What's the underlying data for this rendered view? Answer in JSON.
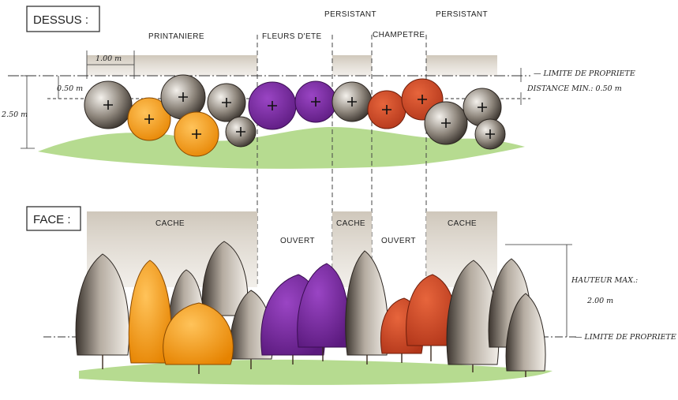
{
  "top_view": {
    "section_label": "DESSUS :",
    "zones": {
      "printaniere": "PRINTANIERE",
      "fleurs_ete": "FLEURS D'ETE",
      "persistant_1": "PERSISTANT",
      "champetre": "CHAMPETRE",
      "persistant_2": "PERSISTANT"
    },
    "dim_width": "1.00 m",
    "dim_offset": "0.50 m",
    "dim_depth": "2.50 m",
    "limite_propriete": "LIMITE DE PROPRIETE",
    "distance_min": "DISTANCE MIN.: 0.50 m"
  },
  "front_view": {
    "section_label": "FACE :",
    "zones": {
      "cache_1": "CACHE",
      "ouvert_1": "OUVERT",
      "cache_2": "CACHE",
      "ouvert_2": "OUVERT",
      "cache_3": "CACHE"
    },
    "hauteur_max_label": "HAUTEUR MAX.:",
    "hauteur_max_value": "2.00 m",
    "limite_propriete": "LIMITE DE PROPRIETE"
  },
  "colors": {
    "evergreen": "#5a5148",
    "spring": "#f39a1e",
    "summer": "#7a2d9c",
    "country": "#cc4a26",
    "grass": "#8dc85a",
    "zone_band": "#c7beb1"
  }
}
